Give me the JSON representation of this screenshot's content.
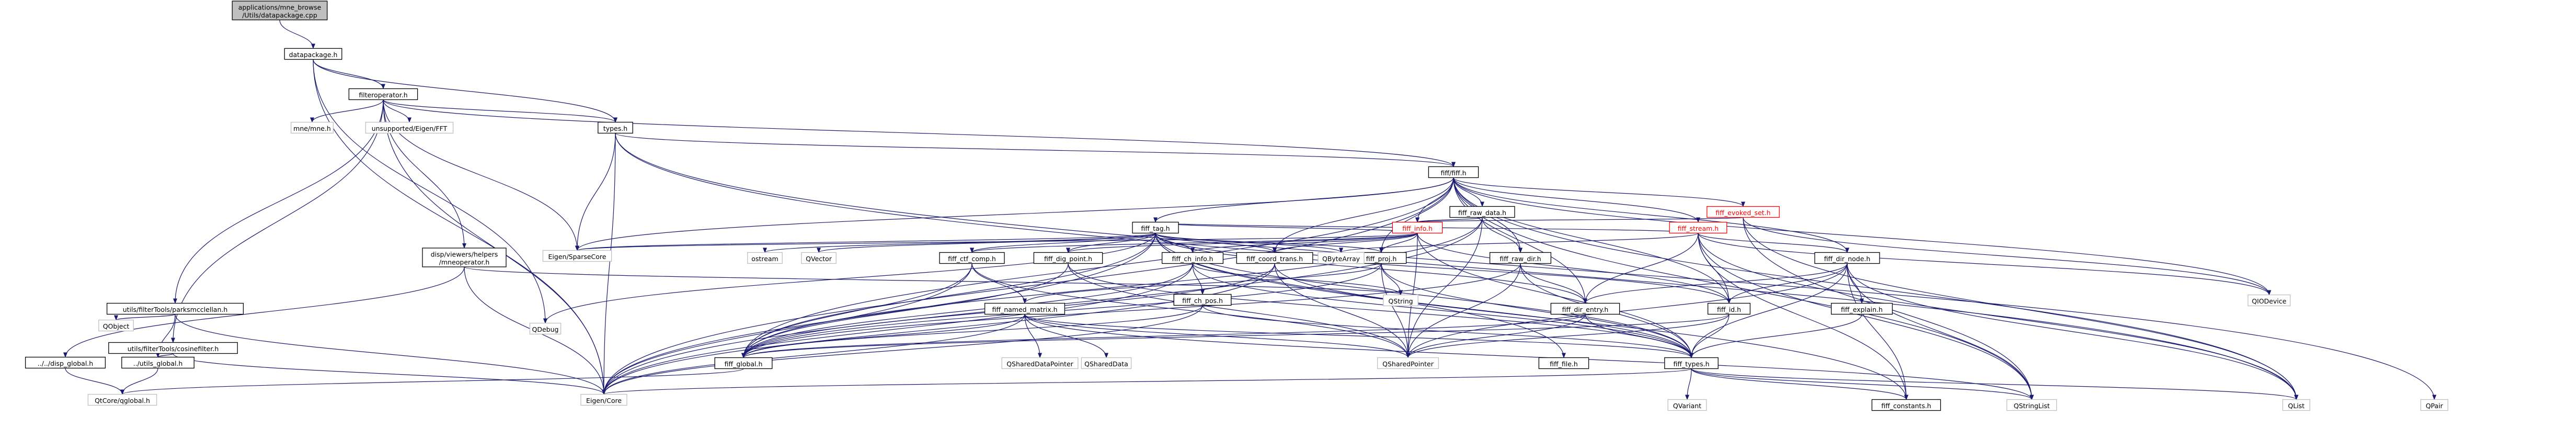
{
  "diagram": {
    "title": "applications/mne_browse/Utils/datapackage.cpp",
    "nodes": [
      {
        "id": "root",
        "label": [
          "applications/mne_browse",
          "/Utils/datapackage.cpp"
        ],
        "style": "root"
      },
      {
        "id": "datapackage",
        "label": [
          "datapackage.h"
        ]
      },
      {
        "id": "filteroperator",
        "label": [
          "filteroperator.h"
        ]
      },
      {
        "id": "types",
        "label": [
          "types.h"
        ]
      },
      {
        "id": "mnemne",
        "label": [
          "mne/mne.h"
        ],
        "style": "missing"
      },
      {
        "id": "eigenfft",
        "label": [
          "unsupported/Eigen/FFT"
        ],
        "style": "missing"
      },
      {
        "id": "fifffiff",
        "label": [
          "fiff/fiff.h"
        ]
      },
      {
        "id": "dispmnepath",
        "label": [
          "disp/viewers/helpers",
          "/mneoperator.h"
        ]
      },
      {
        "id": "parksmcclellan",
        "label": [
          "utils/filterTools/parksmcclellan.h"
        ]
      },
      {
        "id": "cosinefilter",
        "label": [
          "utils/filterTools/cosinefilter.h"
        ]
      },
      {
        "id": "dispglobal",
        "label": [
          "../../disp_global.h"
        ]
      },
      {
        "id": "utilsglobal",
        "label": [
          "../utils_global.h"
        ]
      },
      {
        "id": "qobject",
        "label": [
          "QObject"
        ],
        "style": "missing"
      },
      {
        "id": "qtcoreglobal",
        "label": [
          "QtCore/qglobal.h"
        ],
        "style": "missing"
      },
      {
        "id": "eigencore",
        "label": [
          "Eigen/Core"
        ],
        "style": "missing"
      },
      {
        "id": "eigensparse",
        "label": [
          "Eigen/SparseCore"
        ],
        "style": "missing"
      },
      {
        "id": "qdebug",
        "label": [
          "QDebug"
        ],
        "style": "missing"
      },
      {
        "id": "fiffrawdata",
        "label": [
          "fiff_raw_data.h"
        ]
      },
      {
        "id": "fiffevokedset",
        "label": [
          "fiff_evoked_set.h"
        ],
        "style": "trunc"
      },
      {
        "id": "fiffinfo",
        "label": [
          "fiff_info.h"
        ],
        "style": "trunc"
      },
      {
        "id": "fiffstream",
        "label": [
          "fiff_stream.h"
        ],
        "style": "trunc"
      },
      {
        "id": "fifftag",
        "label": [
          "fiff_tag.h"
        ]
      },
      {
        "id": "fiffrawdir",
        "label": [
          "fiff_raw_dir.h"
        ]
      },
      {
        "id": "fiffdirnode",
        "label": [
          "fiff_dir_node.h"
        ]
      },
      {
        "id": "fiffctfcomp",
        "label": [
          "fiff_ctf_comp.h"
        ]
      },
      {
        "id": "fiffdigpoint",
        "label": [
          "fiff_dig_point.h"
        ]
      },
      {
        "id": "fiffchinfo",
        "label": [
          "fiff_ch_info.h"
        ]
      },
      {
        "id": "fiffcoordtrans",
        "label": [
          "fiff_coord_trans.h"
        ]
      },
      {
        "id": "fiffproj",
        "label": [
          "fiff_proj.h"
        ]
      },
      {
        "id": "fiffchpos",
        "label": [
          "fiff_ch_pos.h"
        ]
      },
      {
        "id": "fiffnamedmatrix",
        "label": [
          "fiff_named_matrix.h"
        ]
      },
      {
        "id": "fiffexplain",
        "label": [
          "fiff_explain.h"
        ]
      },
      {
        "id": "fiffdirentry",
        "label": [
          "fiff_dir_entry.h"
        ]
      },
      {
        "id": "fiffid",
        "label": [
          "fiff_id.h"
        ]
      },
      {
        "id": "fiffglobal",
        "label": [
          "fiff_global.h"
        ]
      },
      {
        "id": "ostream",
        "label": [
          "ostream"
        ],
        "style": "missing"
      },
      {
        "id": "qvector",
        "label": [
          "QVector"
        ],
        "style": "missing"
      },
      {
        "id": "qbytearray",
        "label": [
          "QByteArray"
        ],
        "style": "missing"
      },
      {
        "id": "qstring",
        "label": [
          "QString"
        ],
        "style": "missing"
      },
      {
        "id": "qshareddatapointer",
        "label": [
          "QSharedDataPointer"
        ],
        "style": "missing"
      },
      {
        "id": "qshareddata",
        "label": [
          "QSharedData"
        ],
        "style": "missing"
      },
      {
        "id": "qsharedpointer",
        "label": [
          "QSharedPointer"
        ],
        "style": "missing"
      },
      {
        "id": "fifffile",
        "label": [
          "fiff_file.h"
        ]
      },
      {
        "id": "fifftypes",
        "label": [
          "fiff_types.h"
        ]
      },
      {
        "id": "qiodevice",
        "label": [
          "QIODevice"
        ],
        "style": "missing"
      },
      {
        "id": "qvariant",
        "label": [
          "QVariant"
        ],
        "style": "missing"
      },
      {
        "id": "fiffconstants",
        "label": [
          "fiff_constants.h"
        ]
      },
      {
        "id": "qstringlist",
        "label": [
          "QStringList"
        ],
        "style": "missing"
      },
      {
        "id": "qlist",
        "label": [
          "QList"
        ],
        "style": "missing"
      },
      {
        "id": "qpair",
        "label": [
          "QPair"
        ],
        "style": "missing"
      }
    ],
    "edges": [
      [
        "root",
        "datapackage"
      ],
      [
        "datapackage",
        "filteroperator"
      ],
      [
        "datapackage",
        "types"
      ],
      [
        "datapackage",
        "eigencore"
      ],
      [
        "datapackage",
        "qdebug"
      ],
      [
        "filteroperator",
        "mnemne"
      ],
      [
        "filteroperator",
        "eigenfft"
      ],
      [
        "filteroperator",
        "types"
      ],
      [
        "filteroperator",
        "fifffiff"
      ],
      [
        "filteroperator",
        "dispmnepath"
      ],
      [
        "filteroperator",
        "parksmcclellan"
      ],
      [
        "filteroperator",
        "cosinefilter"
      ],
      [
        "filteroperator",
        "eigencore"
      ],
      [
        "filteroperator",
        "eigensparse"
      ],
      [
        "types",
        "fifffiff"
      ],
      [
        "types",
        "eigencore"
      ],
      [
        "types",
        "eigensparse"
      ],
      [
        "types",
        "qlist"
      ],
      [
        "types",
        "qpair"
      ],
      [
        "dispmnepath",
        "dispglobal"
      ],
      [
        "dispmnepath",
        "eigencore"
      ],
      [
        "dispmnepath",
        "qstring"
      ],
      [
        "dispglobal",
        "qtcoreglobal"
      ],
      [
        "parksmcclellan",
        "utilsglobal"
      ],
      [
        "parksmcclellan",
        "qobject"
      ],
      [
        "parksmcclellan",
        "eigencore"
      ],
      [
        "cosinefilter",
        "utilsglobal"
      ],
      [
        "cosinefilter",
        "eigencore"
      ],
      [
        "utilsglobal",
        "qtcoreglobal"
      ],
      [
        "fifffiff",
        "fiffrawdata"
      ],
      [
        "fifffiff",
        "fiffevokedset"
      ],
      [
        "fifffiff",
        "fiffinfo"
      ],
      [
        "fifffiff",
        "fiffstream"
      ],
      [
        "fifffiff",
        "fifftag"
      ],
      [
        "fifffiff",
        "fiffrawdir"
      ],
      [
        "fifffiff",
        "fiffdirnode"
      ],
      [
        "fifffiff",
        "fiffproj"
      ],
      [
        "fifffiff",
        "fiffcoordtrans"
      ],
      [
        "fifffiff",
        "fiffdirentry"
      ],
      [
        "fifffiff",
        "fiffid"
      ],
      [
        "fifffiff",
        "eigencore"
      ],
      [
        "fifffiff",
        "eigensparse"
      ],
      [
        "fifffiff",
        "qiodevice"
      ],
      [
        "fifffiff",
        "qstringlist"
      ],
      [
        "fifffiff",
        "qlist"
      ],
      [
        "fifffiff",
        "fiffglobal"
      ],
      [
        "fiffrawdata",
        "fiffinfo"
      ],
      [
        "fiffrawdata",
        "fiffrawdir"
      ],
      [
        "fiffrawdata",
        "fiffglobal"
      ],
      [
        "fiffrawdata",
        "eigencore"
      ],
      [
        "fiffrawdata",
        "qsharedpointer"
      ],
      [
        "fiffevokedset",
        "fiffinfo"
      ],
      [
        "fiffevokedset",
        "qiodevice"
      ],
      [
        "fiffevokedset",
        "qlist"
      ],
      [
        "fiffevokedset",
        "qstringlist"
      ],
      [
        "fiffinfo",
        "fifftag"
      ],
      [
        "fiffinfo",
        "fiffchinfo"
      ],
      [
        "fiffinfo",
        "fiffctfcomp"
      ],
      [
        "fiffinfo",
        "fiffdigpoint"
      ],
      [
        "fiffinfo",
        "fiffcoordtrans"
      ],
      [
        "fiffinfo",
        "fiffproj"
      ],
      [
        "fiffinfo",
        "fiffid"
      ],
      [
        "fiffinfo",
        "fifftypes"
      ],
      [
        "fiffinfo",
        "qsharedpointer"
      ],
      [
        "fiffinfo",
        "eigensparse"
      ],
      [
        "fiffstream",
        "fifftag"
      ],
      [
        "fiffstream",
        "fiffdirnode"
      ],
      [
        "fiffstream",
        "fiffdirentry"
      ],
      [
        "fiffstream",
        "fiffid"
      ],
      [
        "fiffstream",
        "fiffconstants"
      ],
      [
        "fiffstream",
        "qstringlist"
      ],
      [
        "fiffstream",
        "qiodevice"
      ],
      [
        "fiffstream",
        "qlist"
      ],
      [
        "fiffstream",
        "qbytearray"
      ],
      [
        "fifftag",
        "fiffchinfo"
      ],
      [
        "fifftag",
        "fiffdigpoint"
      ],
      [
        "fifftag",
        "fiffctfcomp"
      ],
      [
        "fifftag",
        "fiffcoordtrans"
      ],
      [
        "fifftag",
        "fiffproj"
      ],
      [
        "fifftag",
        "fiffid"
      ],
      [
        "fifftag",
        "fiffdirentry"
      ],
      [
        "fifftag",
        "fifffile"
      ],
      [
        "fifftag",
        "fifftypes"
      ],
      [
        "fifftag",
        "fiffconstants"
      ],
      [
        "fifftag",
        "ostream"
      ],
      [
        "fifftag",
        "qvector"
      ],
      [
        "fifftag",
        "qbytearray"
      ],
      [
        "fifftag",
        "qdebug"
      ],
      [
        "fifftag",
        "eigencore"
      ],
      [
        "fifftag",
        "eigensparse"
      ],
      [
        "fifftag",
        "fiffglobal"
      ],
      [
        "fiffrawdir",
        "fiffdirentry"
      ],
      [
        "fiffrawdir",
        "fifftypes"
      ],
      [
        "fiffrawdir",
        "fiffglobal"
      ],
      [
        "fiffrawdir",
        "qsharedpointer"
      ],
      [
        "fiffdirnode",
        "fiffexplain"
      ],
      [
        "fiffdirnode",
        "fiffdirentry"
      ],
      [
        "fiffdirnode",
        "fiffid"
      ],
      [
        "fiffdirnode",
        "fifftypes"
      ],
      [
        "fiffdirnode",
        "fiffconstants"
      ],
      [
        "fiffdirnode",
        "qstringlist"
      ],
      [
        "fiffdirnode",
        "qlist"
      ],
      [
        "fiffdirnode",
        "qsharedpointer"
      ],
      [
        "fiffctfcomp",
        "fiffnamedmatrix"
      ],
      [
        "fiffctfcomp",
        "fiffglobal"
      ],
      [
        "fiffctfcomp",
        "eigencore"
      ],
      [
        "fiffctfcomp",
        "qsharedpointer"
      ],
      [
        "fiffdigpoint",
        "fiffglobal"
      ],
      [
        "fiffdigpoint",
        "fifftypes"
      ],
      [
        "fiffdigpoint",
        "qsharedpointer"
      ],
      [
        "fiffchinfo",
        "fiffchpos"
      ],
      [
        "fiffchinfo",
        "fiffglobal"
      ],
      [
        "fiffchinfo",
        "fifftypes"
      ],
      [
        "fiffchinfo",
        "qstring"
      ],
      [
        "fiffchinfo",
        "eigencore"
      ],
      [
        "fiffcoordtrans",
        "fiffglobal"
      ],
      [
        "fiffcoordtrans",
        "fifftypes"
      ],
      [
        "fiffcoordtrans",
        "eigencore"
      ],
      [
        "fiffcoordtrans",
        "qsharedpointer"
      ],
      [
        "fiffproj",
        "fiffnamedmatrix"
      ],
      [
        "fiffproj",
        "fifftypes"
      ],
      [
        "fiffproj",
        "fiffglobal"
      ],
      [
        "fiffproj",
        "qstring"
      ],
      [
        "fiffproj",
        "qsharedpointer"
      ],
      [
        "fiffchpos",
        "fiffglobal"
      ],
      [
        "fiffchpos",
        "fifftypes"
      ],
      [
        "fiffchpos",
        "eigencore"
      ],
      [
        "fiffnamedmatrix",
        "fiffglobal"
      ],
      [
        "fiffnamedmatrix",
        "fifftypes"
      ],
      [
        "fiffnamedmatrix",
        "qshareddatapointer"
      ],
      [
        "fiffnamedmatrix",
        "qshareddata"
      ],
      [
        "fiffnamedmatrix",
        "qsharedpointer"
      ],
      [
        "fiffnamedmatrix",
        "qstringlist"
      ],
      [
        "fiffnamedmatrix",
        "eigencore"
      ],
      [
        "fiffexplain",
        "fifftypes"
      ],
      [
        "fiffdirentry",
        "fifftypes"
      ],
      [
        "fiffdirentry",
        "fiffglobal"
      ],
      [
        "fiffdirentry",
        "qsharedpointer"
      ],
      [
        "fiffid",
        "fifftypes"
      ],
      [
        "fiffid",
        "fiffglobal"
      ],
      [
        "fiffid",
        "qsharedpointer"
      ],
      [
        "fiffglobal",
        "qtcoreglobal"
      ],
      [
        "fifftypes",
        "eigencore"
      ],
      [
        "fifftypes",
        "qvariant"
      ],
      [
        "fifftypes",
        "fiffconstants"
      ],
      [
        "fifftypes",
        "qlist"
      ],
      [
        "fifftypes",
        "qstringlist"
      ]
    ]
  }
}
